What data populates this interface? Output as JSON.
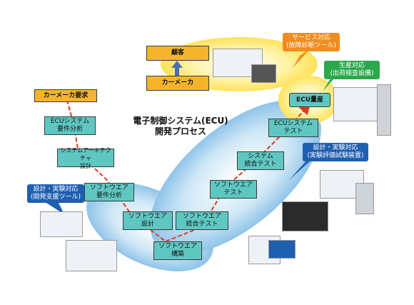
{
  "title": "電子制御システム(ECU)\n開発プロセス",
  "requirements": [
    "顧客",
    "カーメーカ"
  ],
  "left_branch": [
    "カーメーカ要求",
    "ECUシステム\n要件分析",
    "システムアーキテクチャ\n設計",
    "ソフトウエア\n要件分析",
    "ソフトウエア\n設計"
  ],
  "bottom": "ソフトウエア\n構築",
  "right_branch": [
    "ソフトウエア\n統合テスト",
    "ソフトウエア\nテスト",
    "システム\n統合テスト",
    "ECUシステム\nテスト"
  ],
  "ecu_mass": "ECU量産",
  "callouts": {
    "service": "サービス対応\n(故障診断ツール)",
    "production": "生産対応\n(出荷検査設備)",
    "design_test": "設計・実験対応\n(実験評価試験装置)",
    "design_dev": "設計・実験対応\n(開発支援ツール)"
  },
  "colors": {
    "box": "#5fc7c2",
    "orange": "#f4b52a",
    "arrow": "#e03a1e",
    "callout": "#1f5fb0",
    "service": "#f28c1e",
    "production": "#2aa84a"
  }
}
